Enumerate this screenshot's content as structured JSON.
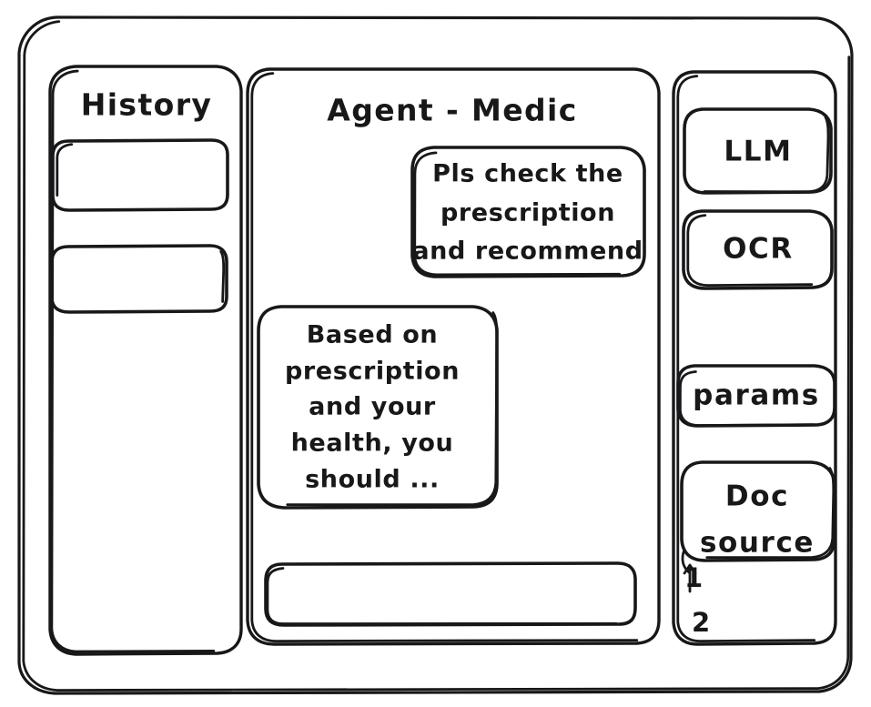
{
  "window": {
    "title": "Agent - Medic"
  },
  "sidebar_left": {
    "title": "History",
    "items": [
      {
        "label": ""
      },
      {
        "label": ""
      }
    ]
  },
  "main": {
    "header": "Agent - Medic",
    "messages": [
      {
        "role": "user",
        "lines": [
          "Pls check the",
          "prescription",
          "and recommend"
        ]
      },
      {
        "role": "agent",
        "lines": [
          "Based on",
          "prescription",
          "and your",
          "health, you",
          "should ..."
        ]
      }
    ],
    "composer": {
      "value": "",
      "placeholder": ""
    }
  },
  "sidebar_right": {
    "buttons": [
      {
        "label": "LLM"
      },
      {
        "label": "OCR"
      },
      {
        "label": "params"
      }
    ],
    "doc_source": {
      "lines": [
        "Doc",
        "source"
      ],
      "refs": [
        "1",
        "2"
      ]
    }
  },
  "style": {
    "ink": "#18181a",
    "paper": "#ffffff"
  }
}
